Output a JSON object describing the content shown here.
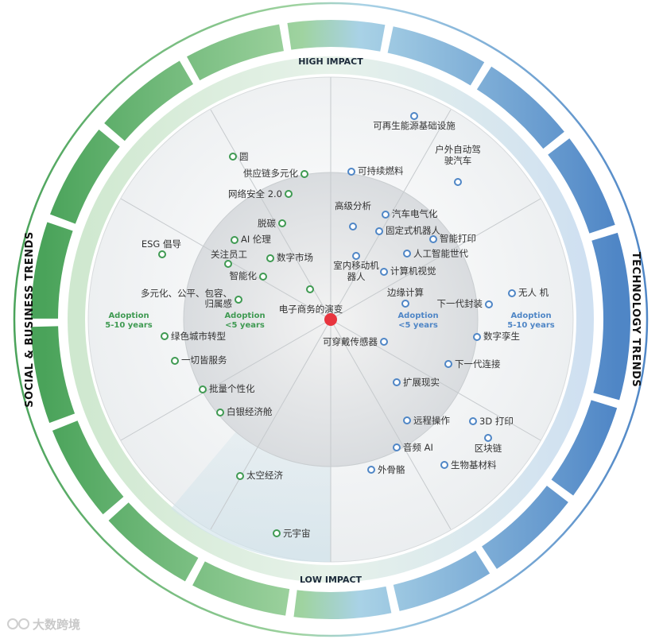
{
  "labels": {
    "high_impact": "HIGH IMPACT",
    "low_impact": "LOW IMPACT",
    "social_trends": "SOCIAL & BUSINESS TRENDS",
    "tech_trends": "TECHNOLOGY TRENDS",
    "adoption_outer_left_1": "Adoption",
    "adoption_outer_left_2": "5-10 years",
    "adoption_inner_left_1": "Adoption",
    "adoption_inner_left_2": "<5 years",
    "adoption_inner_right_1": "Adoption",
    "adoption_inner_right_2": "<5 years",
    "adoption_outer_right_1": "Adoption",
    "adoption_outer_right_2": "5-10 years",
    "watermark": "大数跨境"
  },
  "colors": {
    "social": "#3f9a52",
    "technology": "#4f86c6",
    "center": "#e8343e"
  },
  "center_item": "电子商务的演变",
  "social_items": [
    {
      "label": "圆"
    },
    {
      "label": "供应链多元化"
    },
    {
      "label": "网络安全 2.0"
    },
    {
      "label": "脱碳"
    },
    {
      "label": "AI 伦理"
    },
    {
      "label": "ESG 倡导"
    },
    {
      "label": "关注员工"
    },
    {
      "label": "数字市场"
    },
    {
      "label": "智能化"
    },
    {
      "label": "多元化、公平、包容、"
    },
    {
      "label": "归属感"
    },
    {
      "label": "绿色城市转型"
    },
    {
      "label": "一切皆服务"
    },
    {
      "label": "批量个性化"
    },
    {
      "label": "白银经济舱"
    },
    {
      "label": "太空经济"
    },
    {
      "label": "元宇宙"
    }
  ],
  "technology_items": [
    {
      "label": "可再生能源基础设施"
    },
    {
      "label": "户外自动驾"
    },
    {
      "label": "驶汽车"
    },
    {
      "label": "可持续燃料"
    },
    {
      "label": "高级分析"
    },
    {
      "label": "汽车电气化"
    },
    {
      "label": "固定式机器人"
    },
    {
      "label": "智能打印"
    },
    {
      "label": "人工智能世代"
    },
    {
      "label": "室内移动机"
    },
    {
      "label": "器人"
    },
    {
      "label": "计算机视觉"
    },
    {
      "label": "边缘计算"
    },
    {
      "label": "下一代封装"
    },
    {
      "label": "无人 机"
    },
    {
      "label": "数字孪生"
    },
    {
      "label": "可穿戴传感器"
    },
    {
      "label": "下一代连接"
    },
    {
      "label": "扩展现实"
    },
    {
      "label": "远程操作"
    },
    {
      "label": "3D 打印"
    },
    {
      "label": "区块链"
    },
    {
      "label": "音频 AI"
    },
    {
      "label": "生物基材料"
    },
    {
      "label": "外骨骼"
    }
  ]
}
